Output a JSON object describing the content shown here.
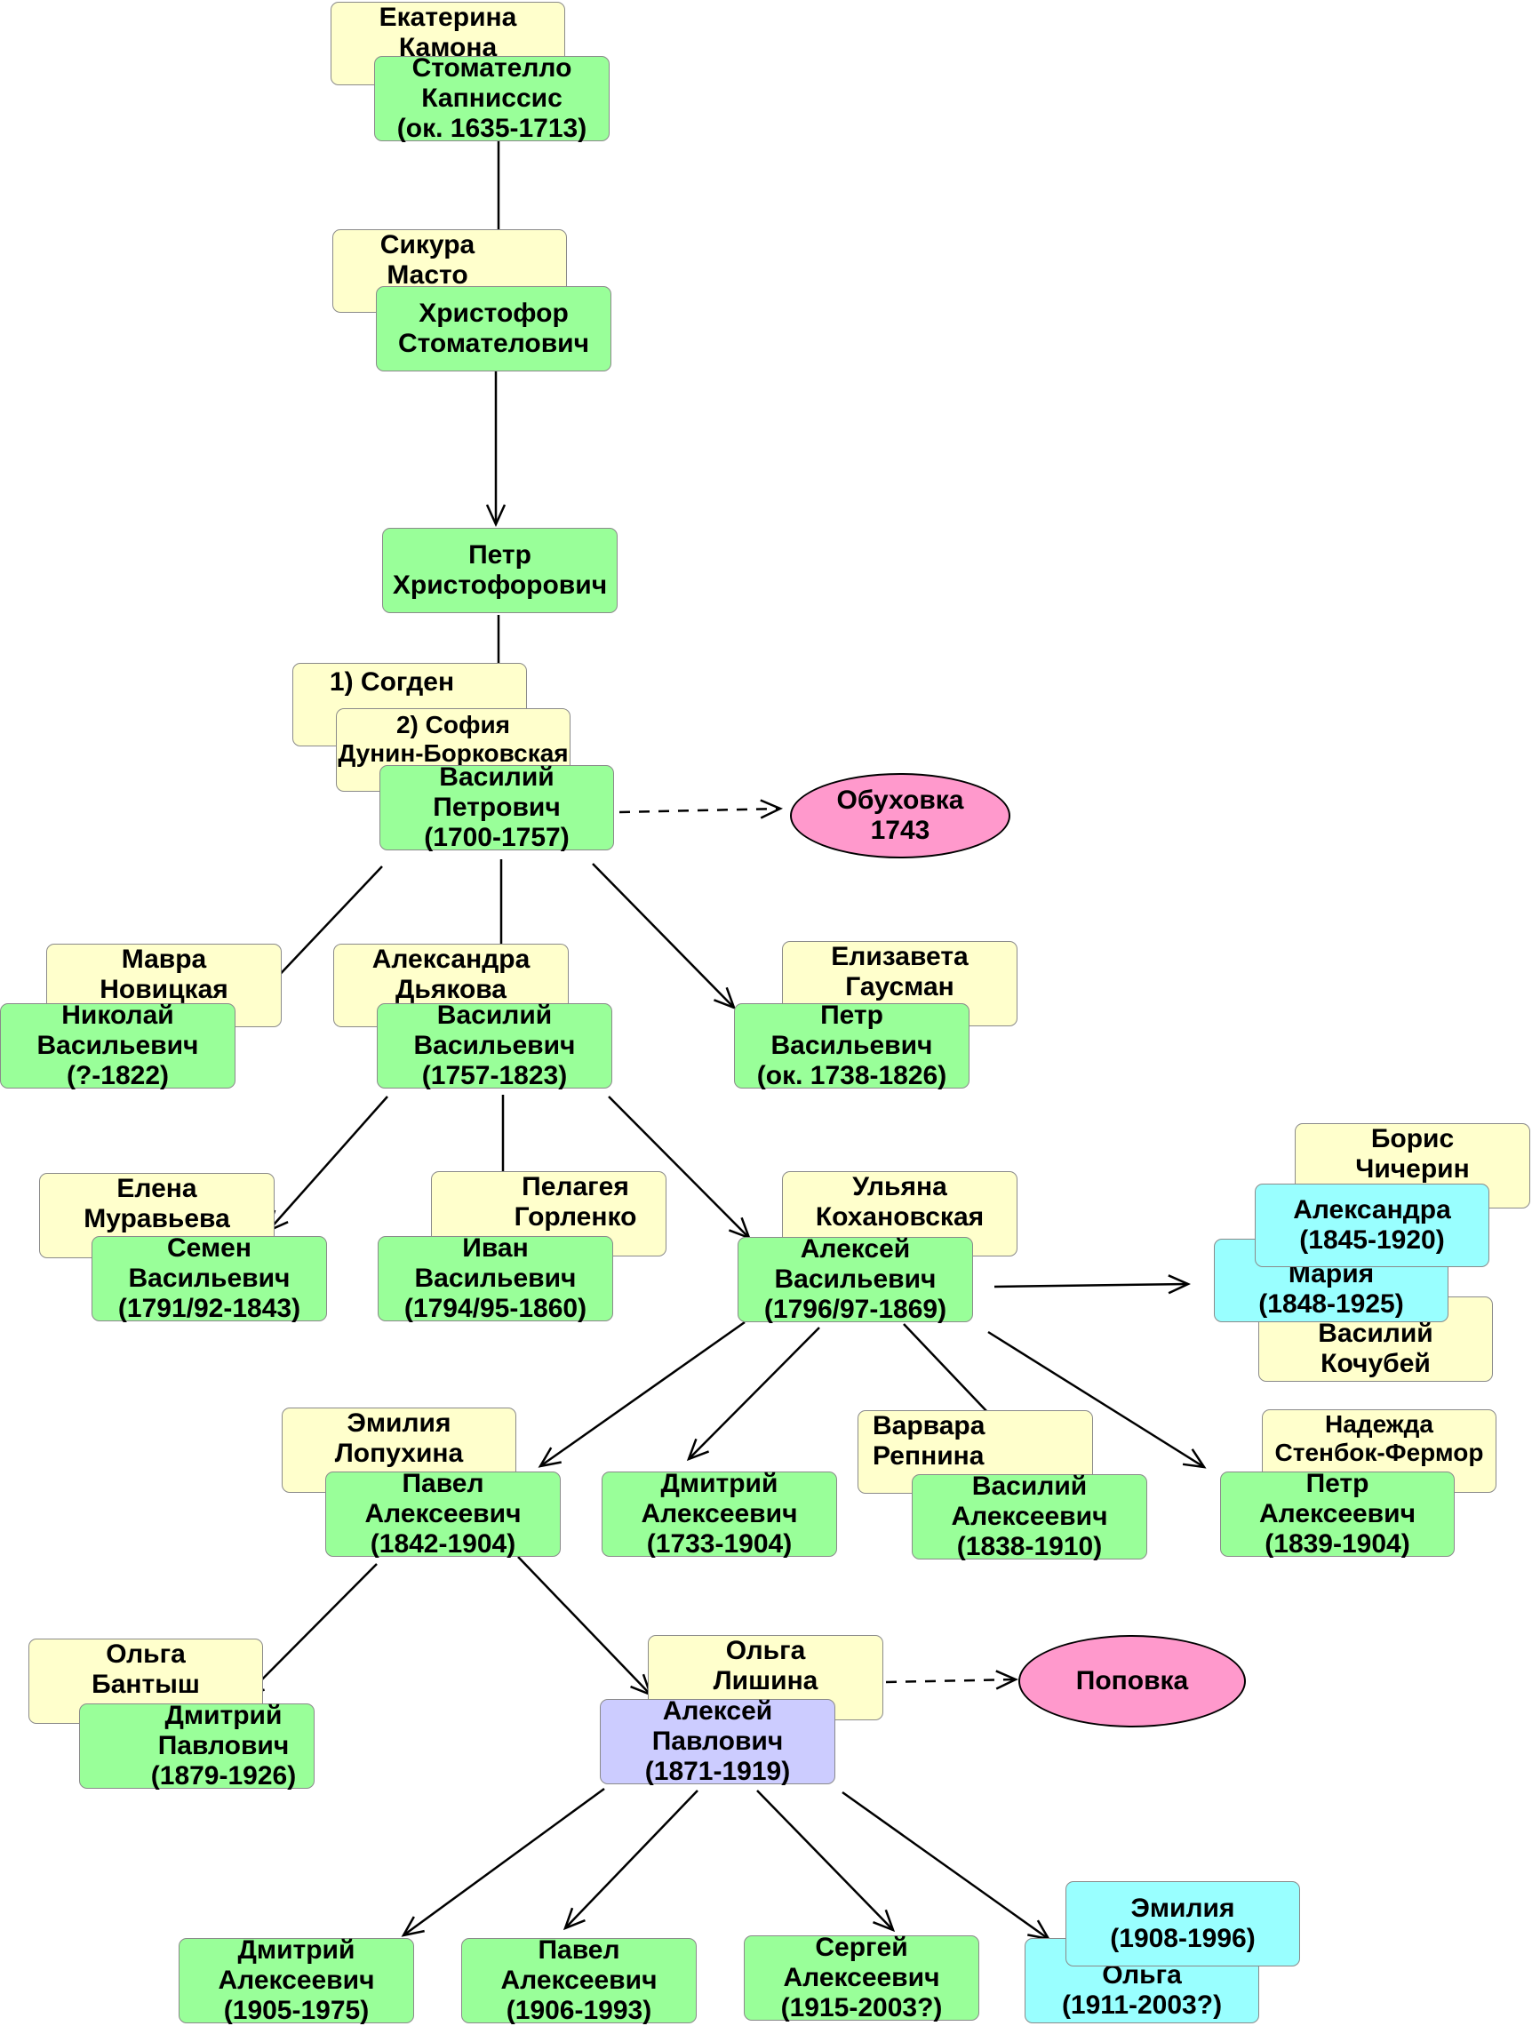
{
  "nodes": {
    "ekaterina": [
      "Екатерина",
      "Камона"
    ],
    "stomatello": [
      "Стомателло",
      "Капниссис",
      "(ок. 1635-1713)"
    ],
    "sikura": [
      "Сикура",
      "Масто"
    ],
    "khristofor": [
      "Христофор",
      "Стомателович"
    ],
    "petr_kh": [
      "Петр",
      "Христофорович"
    ],
    "sogden": [
      "1) Согден"
    ],
    "sofia": [
      "2) София",
      "Дунин-Борковская"
    ],
    "vasily_p": [
      "Василий",
      "Петрович",
      "(1700-1757)"
    ],
    "obukhovka": [
      "Обуховка",
      "1743"
    ],
    "mavra": [
      "Мавра",
      "Новицкая"
    ],
    "nikolay_v": [
      "Николай",
      "Васильевич",
      "(?-1822)"
    ],
    "alexandra_d": [
      "Александра",
      "Дьякова"
    ],
    "vasily_v": [
      "Василий",
      "Васильевич",
      "(1757-1823)"
    ],
    "elizaveta": [
      "Елизавета",
      "Гаусман"
    ],
    "petr_v": [
      "Петр",
      "Васильевич",
      "(ок. 1738-1826)"
    ],
    "elena": [
      "Елена",
      "Муравьева"
    ],
    "semen_v": [
      "Семен",
      "Васильевич",
      "(1791/92-1843)"
    ],
    "pelageya": [
      "Пелагея",
      "Горленко"
    ],
    "ivan_v": [
      "Иван",
      "Васильевич",
      "(1794/95-1860)"
    ],
    "ulyana": [
      "Ульяна",
      "Кохановская"
    ],
    "aleksey_v": [
      "Алексей",
      "Васильевич",
      "(1796/97-1869)"
    ],
    "boris": [
      "Борис",
      "Чичерин"
    ],
    "alexandra_a": [
      "Александра",
      "(1845-1920)"
    ],
    "maria_a": [
      "Мария",
      "(1848-1925)"
    ],
    "vasily_k": [
      "Василий",
      "Кочубей"
    ],
    "emilia_l": [
      "Эмилия",
      "Лопухина"
    ],
    "pavel_a": [
      "Павел",
      "Алексеевич",
      "(1842-1904)"
    ],
    "dmitry_a": [
      "Дмитрий",
      "Алексеевич",
      "(1733-1904)"
    ],
    "varvara": [
      "Варвара",
      "Репнина"
    ],
    "vasily_a": [
      "Василий",
      "Алексеевич",
      "(1838-1910)"
    ],
    "nadezhda": [
      "Надежда",
      "Стенбок-Фермор"
    ],
    "petr_a": [
      "Петр",
      "Алексеевич",
      "(1839-1904)"
    ],
    "olga_b": [
      "Ольга",
      "Бантыш"
    ],
    "dmitry_p": [
      "Дмитрий",
      "Павлович",
      "(1879-1926)"
    ],
    "olga_l": [
      "Ольга",
      "Лишина"
    ],
    "aleksey_p": [
      "Алексей",
      "Павлович",
      "(1871-1919)"
    ],
    "popovka": [
      "Поповка"
    ],
    "dmitry_a2": [
      "Дмитрий",
      "Алексеевич",
      "(1905-1975)"
    ],
    "pavel_a2": [
      "Павел",
      "Алексеевич",
      "(1906-1993)"
    ],
    "sergey_a": [
      "Сергей",
      "Алексеевич",
      "(1915-2003?)"
    ],
    "emilia_a": [
      "Эмилия",
      "(1908-1996)"
    ],
    "olga_a": [
      "Ольга",
      "(1911-2003?)"
    ]
  },
  "colors": {
    "spouse": "#ffffcc",
    "person": "#99ff99",
    "daughter": "#99ffff",
    "focus": "#ccccff",
    "place": "#ff99cc"
  }
}
